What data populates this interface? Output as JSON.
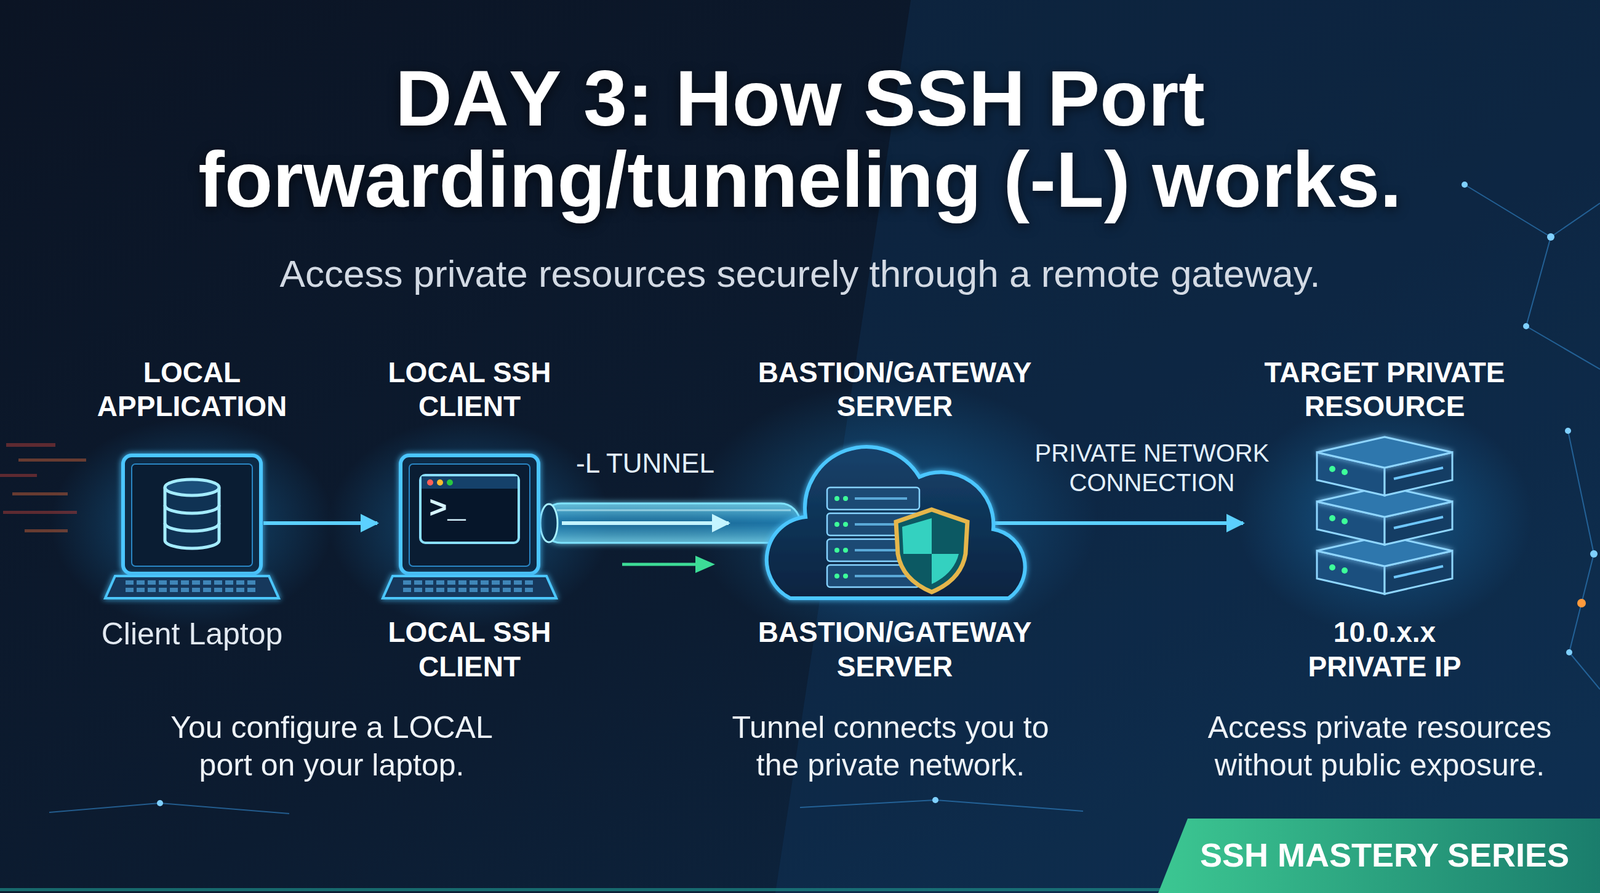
{
  "diagram": {
    "title": "DAY 3: How SSH Port forwarding/tunneling (-L) works.",
    "nodes": [
      {
        "text": [
          "LOCAL APPLICATION",
          "Client Laptop"
        ]
      },
      {
        "text": [
          "LOCAL SSH CLIENT",
          "LOCAL SSH CLIENT"
        ]
      },
      {
        "text": [
          "BASTION/GATEWAY SERVER",
          "BASTION/GATEWAY SERVER"
        ]
      },
      {
        "text": [
          "TARGET PRIVATE RESOURCE",
          "10.0.x.x PRIVATE IP"
        ]
      }
    ],
    "edges": [
      {
        "from": 0,
        "to": 1,
        "arrow": "to"
      },
      {
        "from": 1,
        "to": 2,
        "label": "-L TUNNEL",
        "arrow": "to"
      },
      {
        "from": 2,
        "to": 3,
        "label": "PRIVATE NETWORK CONNECTION",
        "arrow": "to"
      }
    ],
    "labels": [
      "Access private resources securely through a remote gateway.",
      ">_",
      "You configure a LOCAL port on your laptop.",
      "Tunnel connects you to the private network.",
      "Access private resources without public exposure.",
      "SSH MASTERY SERIES"
    ]
  }
}
